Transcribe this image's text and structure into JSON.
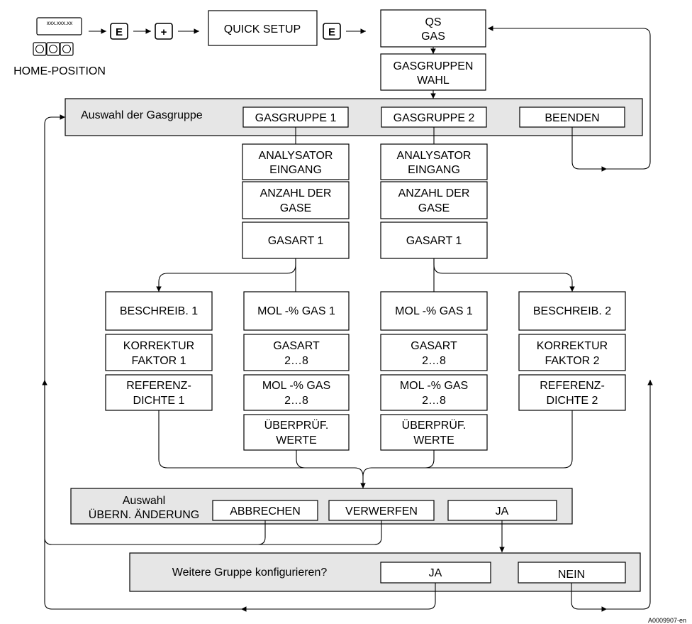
{
  "device": {
    "display_text": "xxx.xxx.xx",
    "home_label": "HOME-POSITION",
    "key_e": "E",
    "key_plus": "+"
  },
  "quick_setup": "QUICK SETUP",
  "qs_gas": [
    "QS",
    "GAS"
  ],
  "gasgruppen_wahl": [
    "GASGRUPPEN",
    "WAHL"
  ],
  "gas_group_select": {
    "label": "Auswahl der Gasgruppe",
    "options": [
      "GASGRUPPE 1",
      "GASGRUPPE 2",
      "BEENDEN"
    ]
  },
  "group1": {
    "analysator": [
      "ANALYSATOR",
      "EINGANG"
    ],
    "anzahl": [
      "ANZAHL DER",
      "GASE"
    ],
    "gasart": "GASART 1",
    "beschreib": "BESCHREIB. 1",
    "korrektur": [
      "KORREKTUR",
      "FAKTOR 1"
    ],
    "referenz": [
      "REFERENZ-",
      "DICHTE 1"
    ],
    "mol1": "MOL -% GAS 1",
    "gasart28": [
      "GASART",
      "2…8"
    ],
    "mol28": [
      "MOL -% GAS",
      "2…8"
    ],
    "pruef": [
      "ÜBERPRÜF.",
      "WERTE"
    ]
  },
  "group2": {
    "analysator": [
      "ANALYSATOR",
      "EINGANG"
    ],
    "anzahl": [
      "ANZAHL DER",
      "GASE"
    ],
    "gasart": "GASART 1",
    "beschreib": "BESCHREIB. 2",
    "korrektur": [
      "KORREKTUR",
      "FAKTOR 2"
    ],
    "referenz": [
      "REFERENZ-",
      "DICHTE 2"
    ],
    "mol1": "MOL -% GAS 1",
    "gasart28": [
      "GASART",
      "2…8"
    ],
    "mol28": [
      "MOL -% GAS",
      "2…8"
    ],
    "pruef": [
      "ÜBERPRÜF.",
      "WERTE"
    ]
  },
  "accept_changes": {
    "label": [
      "Auswahl",
      "ÜBERN. ÄNDERUNG"
    ],
    "options": [
      "ABBRECHEN",
      "VERWERFEN",
      "JA"
    ]
  },
  "another_group": {
    "label": "Weitere Gruppe konfigurieren?",
    "options": [
      "JA",
      "NEIN"
    ]
  },
  "figure_id": "A0009907-en"
}
